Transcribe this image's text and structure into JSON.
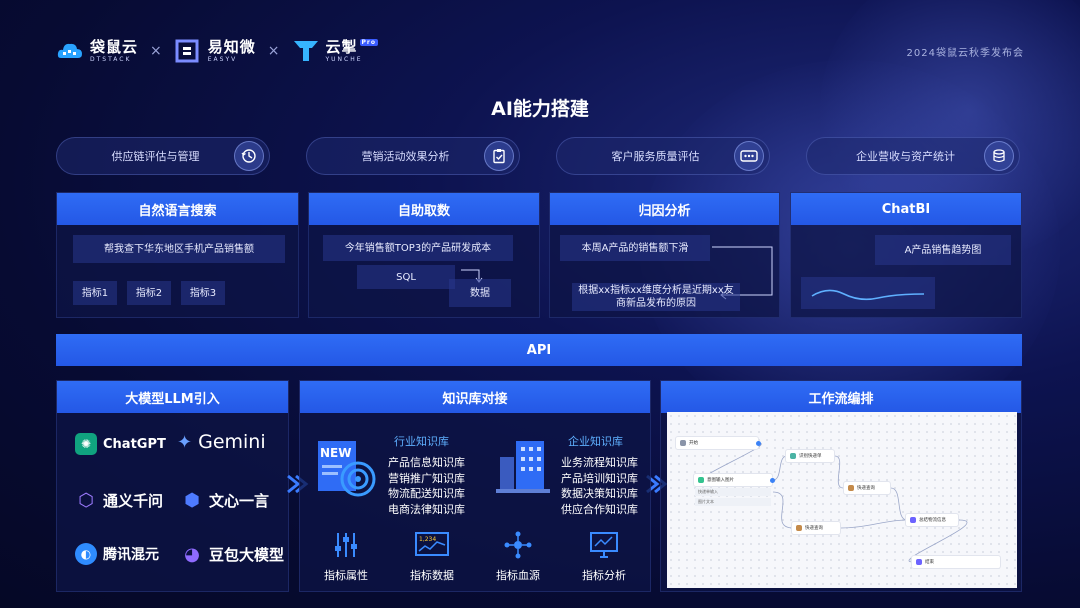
{
  "header": {
    "logos": [
      {
        "name": "袋鼠云",
        "sub": "DTSTACK"
      },
      {
        "name": "易知微",
        "sub": "EASYV"
      },
      {
        "name": "云掣",
        "sub": "YUNCHE",
        "badge": "Pro"
      }
    ],
    "separator": "×",
    "event": "2024袋鼠云秋季发布会"
  },
  "title": "AI能力搭建",
  "pills": [
    {
      "label": "供应链评估与管理",
      "icon": "history-clock-icon"
    },
    {
      "label": "营销活动效果分析",
      "icon": "clipboard-check-icon"
    },
    {
      "label": "客户服务质量评估",
      "icon": "chat-dots-icon"
    },
    {
      "label": "企业营收与资产统计",
      "icon": "coin-stack-icon"
    }
  ],
  "cards": {
    "nl_search": {
      "title": "自然语言搜索",
      "query": "帮我查下华东地区手机产品销售额",
      "tags": [
        "指标1",
        "指标2",
        "指标3"
      ]
    },
    "self_service": {
      "title": "自助取数",
      "query": "今年销售额TOP3的产品研发成本",
      "sql": "SQL",
      "data": "数据"
    },
    "attribution": {
      "title": "归因分析",
      "query": "本周A产品的销售额下滑",
      "answer": "根据xx指标xx维度分析是近期xx友商新品发布的原因"
    },
    "chatbi": {
      "title": "ChatBI",
      "query": "A产品销售趋势图"
    }
  },
  "api": "API",
  "panels": {
    "llm": {
      "title": "大模型LLM引入",
      "models": [
        {
          "name": "ChatGPT",
          "icon": "chatgpt-icon",
          "color": "#10a37f"
        },
        {
          "name": "Gemini",
          "icon": "gemini-star-icon",
          "color": "#6aa0ff"
        },
        {
          "name": "通义千问",
          "icon": "tongyi-icon",
          "color": "#7b61ff"
        },
        {
          "name": "文心一言",
          "icon": "wenxin-icon",
          "color": "#4e7bff"
        },
        {
          "name": "腾讯混元",
          "icon": "hunyuan-icon",
          "color": "#2f8cff"
        },
        {
          "name": "豆包大模型",
          "icon": "doubao-icon",
          "color": "#8f6bff"
        }
      ]
    },
    "knowledge": {
      "title": "知识库对接",
      "industry": {
        "title": "行业知识库",
        "items": [
          "产品信息知识库",
          "营销推广知识库",
          "物流配送知识库",
          "电商法律知识库"
        ]
      },
      "enterprise": {
        "title": "企业知识库",
        "items": [
          "业务流程知识库",
          "产品培训知识库",
          "数据决策知识库",
          "供应合作知识库"
        ]
      },
      "new_badge": "NEW",
      "chart_badge": "1,234",
      "metrics": [
        "指标属性",
        "指标数据",
        "指标血源",
        "指标分析"
      ]
    },
    "workflow": {
      "title": "工作流编排",
      "nodes": [
        "开始",
        "意图输入图片",
        "识别快递单",
        "快递查询",
        "快递查询",
        "总结物流信息",
        "结束"
      ],
      "rows": [
        "快递单输入",
        "图片文本"
      ]
    }
  }
}
